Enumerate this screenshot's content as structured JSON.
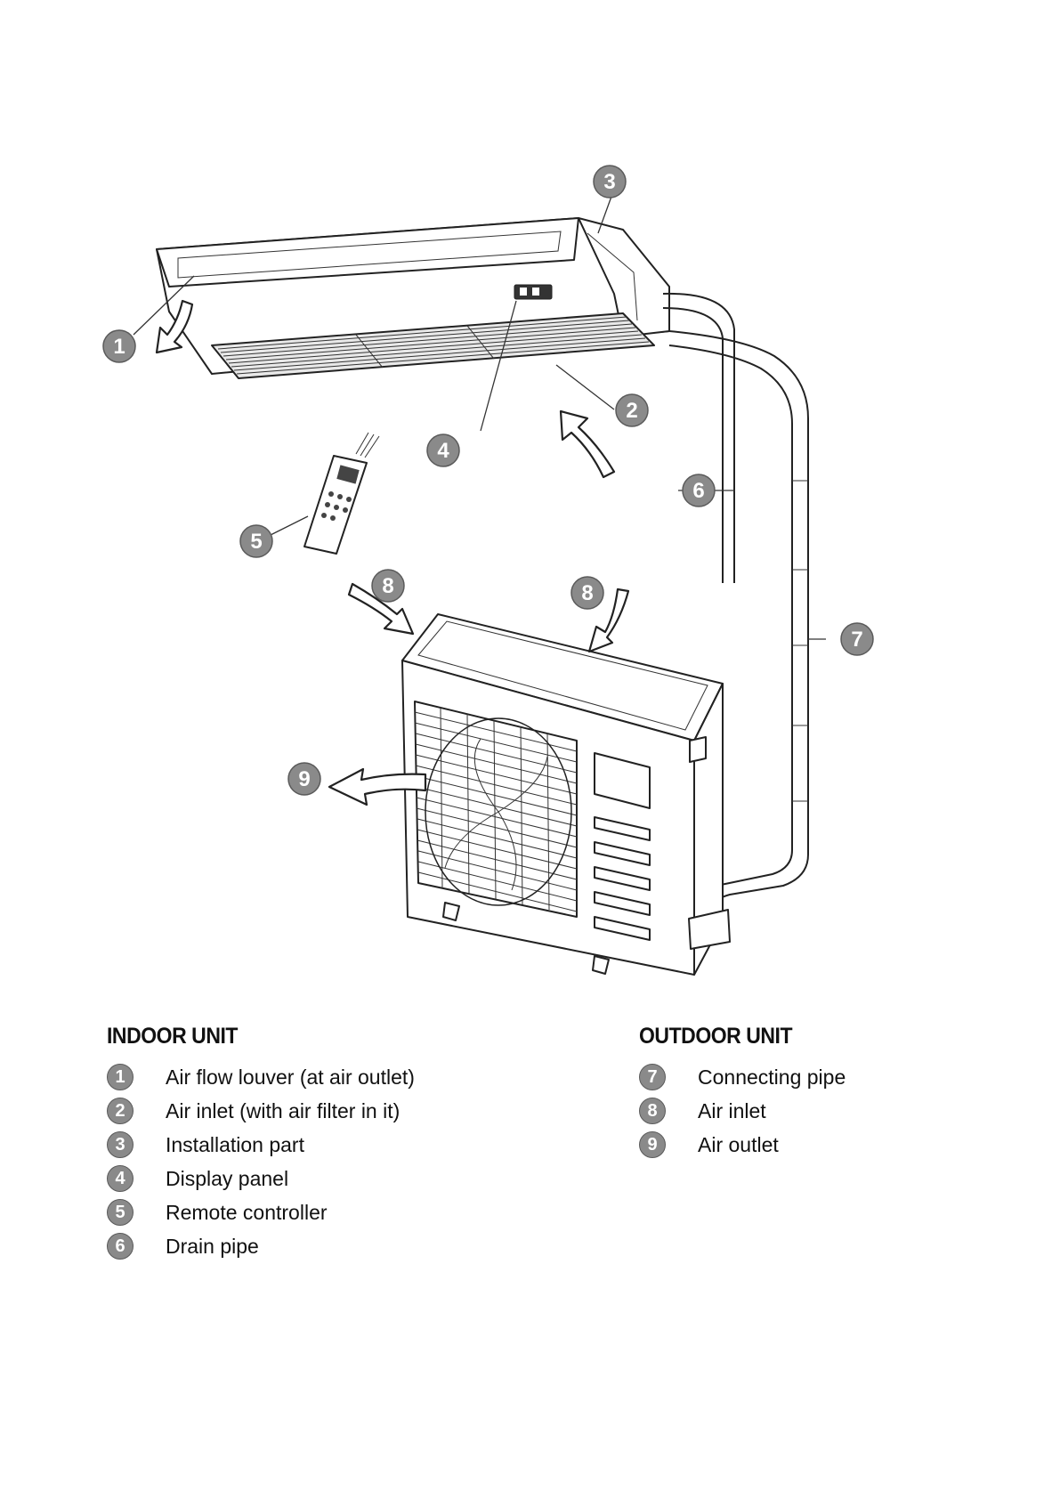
{
  "callouts": {
    "c1": "1",
    "c2": "2",
    "c3": "3",
    "c4": "4",
    "c5": "5",
    "c6": "6",
    "c7": "7",
    "c8a": "8",
    "c8b": "8",
    "c9": "9"
  },
  "legend": {
    "indoor": {
      "heading": "INDOOR UNIT",
      "items": [
        {
          "num": "1",
          "text": "Air flow louver (at air outlet)"
        },
        {
          "num": "2",
          "text": "Air inlet (with air filter in it)"
        },
        {
          "num": "3",
          "text": "Installation part"
        },
        {
          "num": "4",
          "text": "Display panel"
        },
        {
          "num": "5",
          "text": "Remote controller"
        },
        {
          "num": "6",
          "text": "Drain pipe"
        }
      ]
    },
    "outdoor": {
      "heading": "OUTDOOR UNIT",
      "items": [
        {
          "num": "7",
          "text": "Connecting pipe"
        },
        {
          "num": "8",
          "text": "Air inlet"
        },
        {
          "num": "9",
          "text": "Air outlet"
        }
      ]
    }
  },
  "colors": {
    "callout_fill": "#8a8a8a",
    "line": "#222222",
    "background": "#ffffff"
  }
}
